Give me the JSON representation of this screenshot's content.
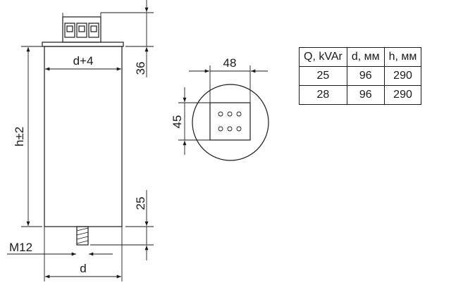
{
  "side_view": {
    "dim_width": "d+4",
    "dim_height": "h±2",
    "dim_top": "36",
    "dim_bottom": "25",
    "dim_thread": "M12",
    "dim_base": "d"
  },
  "top_view": {
    "dim_width": "48",
    "dim_height": "45"
  },
  "table": {
    "headers": [
      "Q, kVAr",
      "d, мм",
      "h, мм"
    ],
    "rows": [
      [
        "25",
        "96",
        "290"
      ],
      [
        "28",
        "96",
        "290"
      ]
    ]
  }
}
